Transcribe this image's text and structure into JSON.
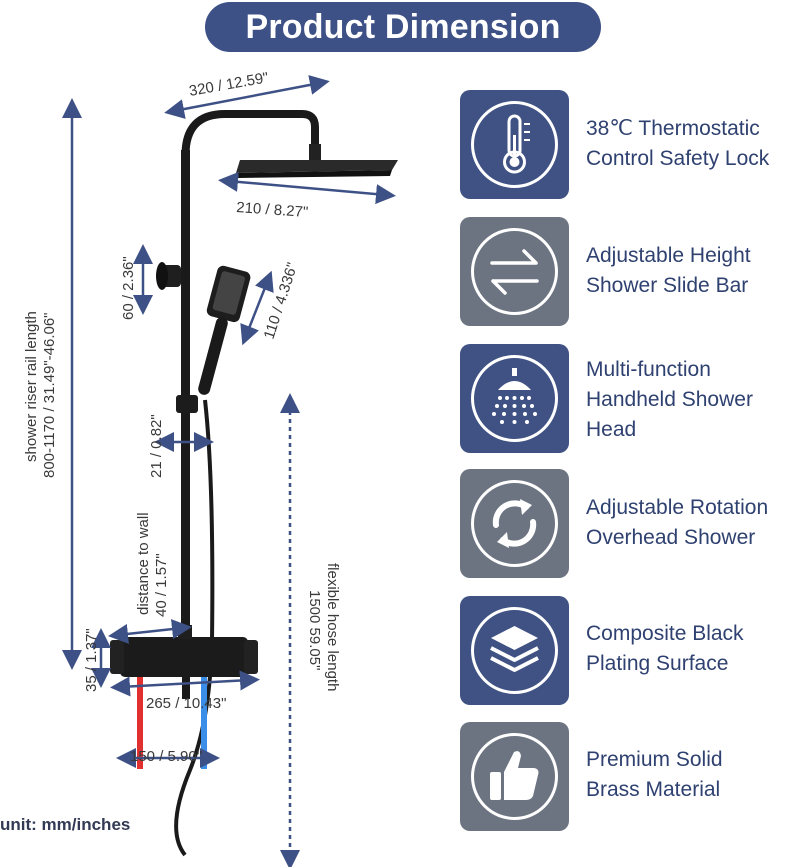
{
  "header": {
    "title": "Product Dimension"
  },
  "dimensions": {
    "top_arm": "320 / 12.59\"",
    "head": "210 / 8.27\"",
    "bracket_spacing": "60 / 2.36\"",
    "handheld": "110 / 4.336\"",
    "slider": "21 / 0.82\"",
    "rail_label": "shower riser rail length",
    "rail_value": "800-1170 / 31.49\"-46.06\"",
    "distance_label": "distance to wall",
    "distance_value": "40 / 1.57\"",
    "valve_height": "35 / 1.37\"",
    "valve_width": "265 / 10.43\"",
    "inlet_spacing": "150 / 5.90\"",
    "hose_label": "flexible hose length",
    "hose_value": "1500 59.05\""
  },
  "features": [
    {
      "icon": "thermometer-icon",
      "style": "dark",
      "lines": [
        "38℃ Thermostatic",
        "Control Safety Lock"
      ]
    },
    {
      "icon": "swap-arrows-icon",
      "style": "grey",
      "lines": [
        "Adjustable Height",
        "Shower Slide Bar"
      ]
    },
    {
      "icon": "shower-head-icon",
      "style": "dark",
      "lines": [
        "Multi-function",
        "Handheld Shower",
        "Head"
      ]
    },
    {
      "icon": "rotation-icon",
      "style": "grey",
      "lines": [
        "Adjustable Rotation",
        "Overhead Shower"
      ]
    },
    {
      "icon": "layers-icon",
      "style": "dark",
      "lines": [
        "Composite Black",
        "Plating Surface"
      ]
    },
    {
      "icon": "thumbs-up-icon",
      "style": "grey",
      "lines": [
        "Premium Solid",
        "Brass Material"
      ]
    }
  ],
  "footer": {
    "unit": "unit: mm/inches"
  },
  "colors": {
    "header_bg": "#3e5186",
    "icon_dark": "#3f5283",
    "icon_grey": "#6c7481",
    "text": "#2f4170",
    "hot": "#e03030",
    "cold": "#3a8ee8"
  }
}
